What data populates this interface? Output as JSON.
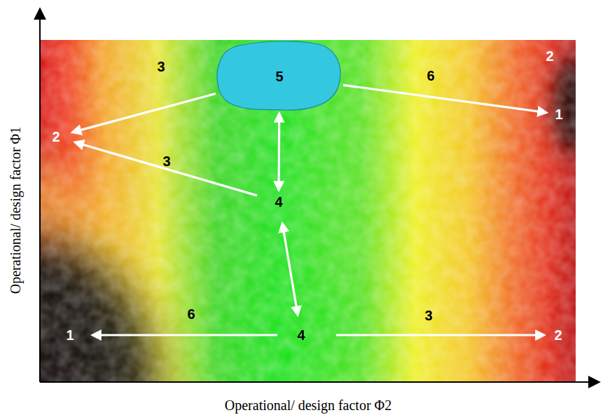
{
  "diagram": {
    "nodes": [
      {
        "text": [
          "5"
        ]
      },
      {
        "text": [
          "1"
        ]
      },
      {
        "text": [
          "2"
        ]
      },
      {
        "text": [
          "4"
        ]
      },
      {
        "text": [
          "1"
        ]
      },
      {
        "text": [
          "4"
        ]
      },
      {
        "text": [
          "2"
        ]
      }
    ],
    "edges": [
      {
        "from": 0,
        "to": 2,
        "arrow": "to"
      },
      {
        "from": 0,
        "to": 1,
        "arrow": "to"
      },
      {
        "from": 0,
        "to": 3,
        "arrow": "both"
      },
      {
        "from": 3,
        "to": 2,
        "arrow": "to"
      },
      {
        "from": 3,
        "to": 5,
        "arrow": "both"
      },
      {
        "from": 5,
        "to": 4,
        "arrow": "to"
      },
      {
        "from": 5,
        "to": 6,
        "arrow": "to"
      }
    ],
    "labels": [
      "3",
      "6",
      "2",
      "3",
      "6",
      "3",
      "Operational/ design factor Φ1",
      "Operational/ design factor Φ2"
    ]
  }
}
